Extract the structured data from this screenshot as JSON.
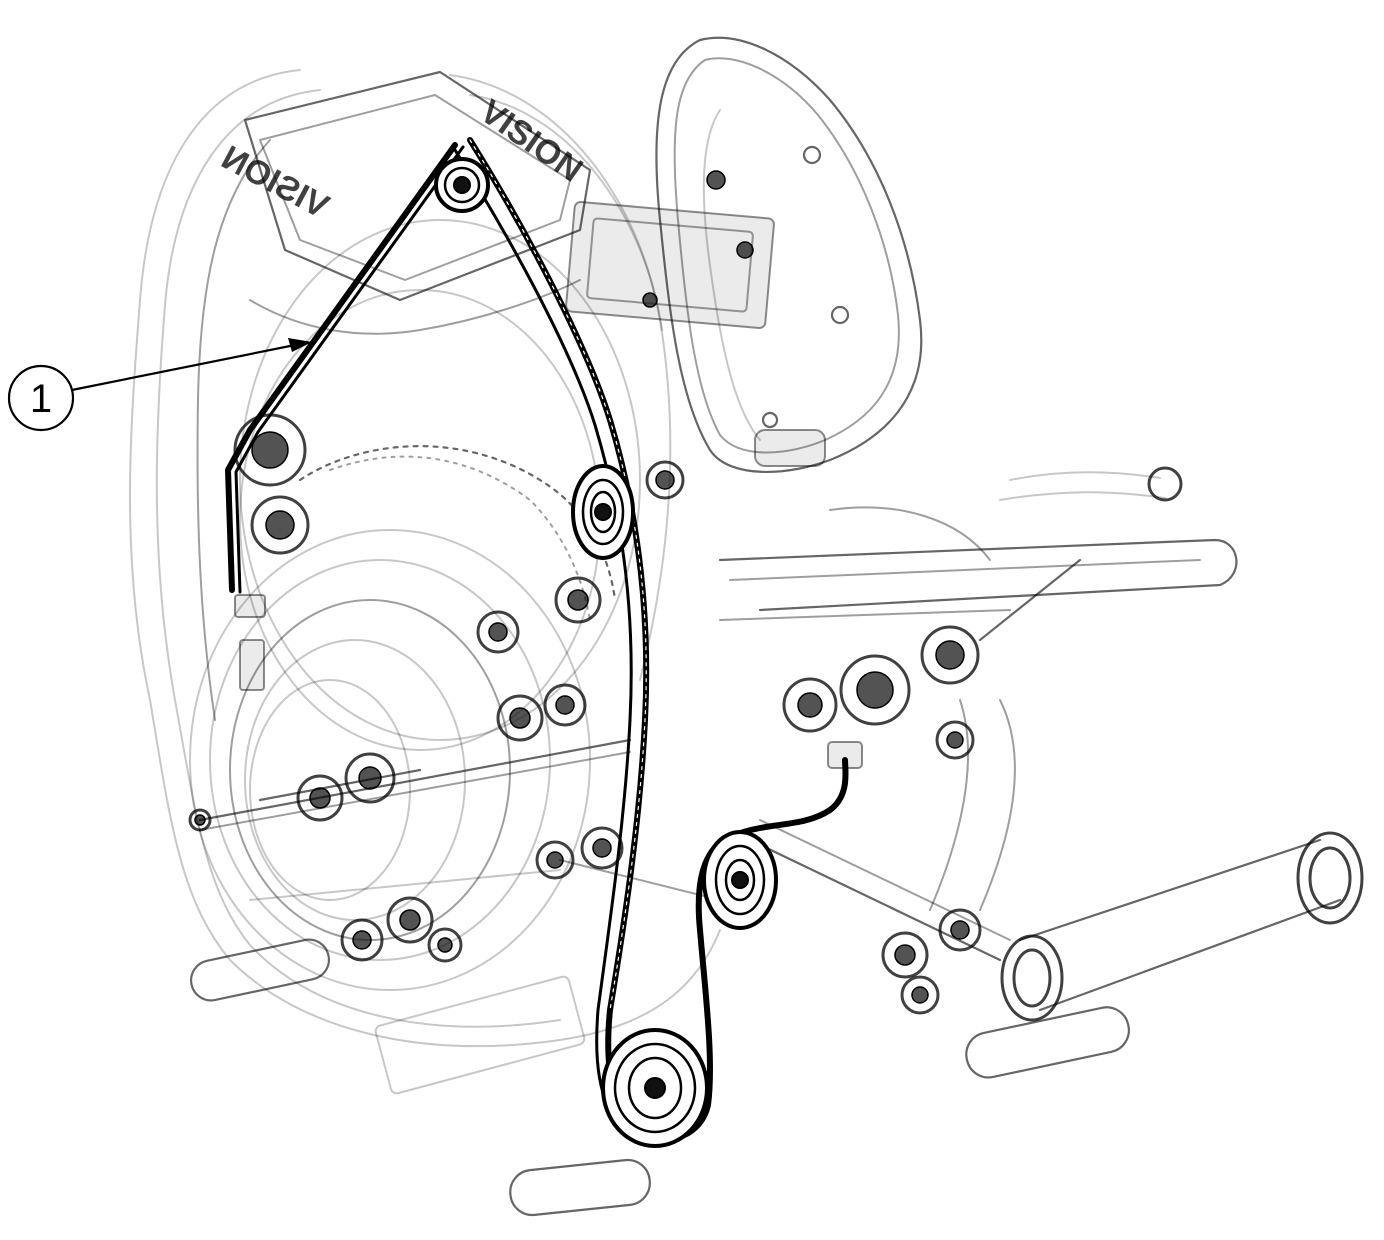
{
  "figure": {
    "description_free": true,
    "callouts": [
      {
        "number": "1",
        "target": "drive-belt"
      }
    ],
    "brand_marks": [
      "VISION",
      "VISION"
    ]
  }
}
